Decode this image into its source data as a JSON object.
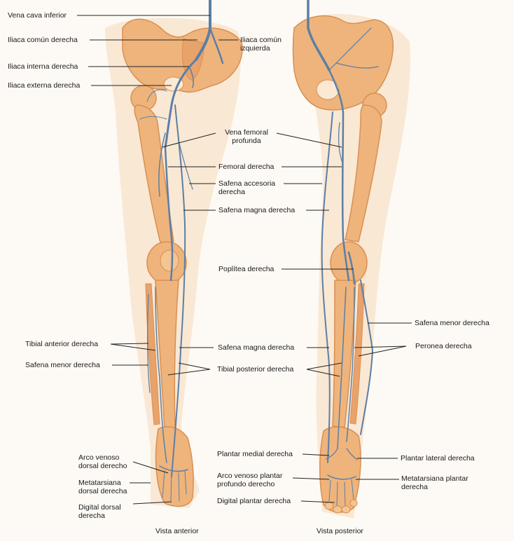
{
  "diagram": {
    "views": {
      "anterior": "Vista anterior",
      "posterior": "Vista posterior"
    },
    "labels": {
      "vena_cava_inferior": "Vena cava inferior",
      "iliaca_comun_derecha": "Iliaca común derecha",
      "iliaca_comun_izquierda": "Iliaca común\nizquierda",
      "iliaca_interna_derecha": "Iliaca interna derecha",
      "iliaca_externa_derecha": "Iliaca externa derecha",
      "vena_femoral_profunda": "Vena femoral\nprofunda",
      "femoral_derecha": "Femoral derecha",
      "safena_accesoria_derecha": "Safena accesoria\nderecha",
      "safena_magna_derecha_upper": "Safena magna derecha",
      "poplitea_derecha": "Poplítea derecha",
      "safena_menor_derecha_right": "Safena menor derecha",
      "tibial_anterior_derecha": "Tibial anterior derecha",
      "safena_magna_derecha_lower": "Safena magna derecha",
      "peronea_derecha": "Peronea derecha",
      "safena_menor_derecha_left": "Safena menor derecha",
      "tibial_posterior_derecha": "Tibial posterior derecha",
      "plantar_medial_derecha": "Plantar medial derecha",
      "plantar_lateral_derecha": "Plantar lateral derecha",
      "arco_venoso_dorsal_derecho": "Arco venoso\ndorsal derecho",
      "arco_venoso_plantar_profundo_derecho": "Arco venoso plantar\nprofundo derecho",
      "metatarsiana_plantar_derecha": "Metatarsiana plantar\nderecha",
      "metatarsiana_dorsal_derecha": "Metatarsiana\ndorsal derecha",
      "digital_plantar_derecha": "Digital plantar derecha",
      "digital_dorsal_derecha": "Digital dorsal\nderecha"
    },
    "colors": {
      "background": "#fdfaf5",
      "bone": "#eeb47c",
      "bone_shadow": "#d98f52",
      "skin": "#f6d9b8",
      "vein": "#5b7fa6",
      "leader": "#222222",
      "text": "#1a1a1a"
    }
  }
}
